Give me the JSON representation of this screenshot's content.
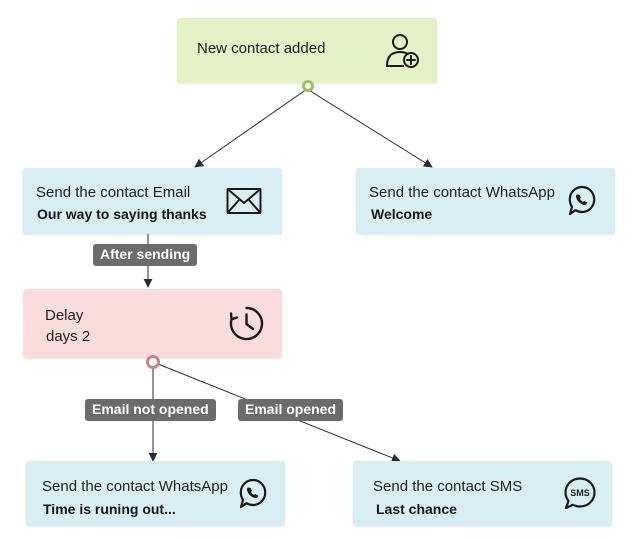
{
  "nodes": {
    "trigger": {
      "title": "New contact added",
      "icon": "user-add-icon"
    },
    "email": {
      "title": "Send the contact Email",
      "subtitle": "Our way to saying thanks",
      "icon": "envelope-icon"
    },
    "whatsapp_welcome": {
      "title": "Send the contact WhatsApp",
      "subtitle": "Welcome",
      "icon": "whatsapp-icon"
    },
    "delay": {
      "title": "Delay",
      "subtitle": "days 2",
      "icon": "clock-icon"
    },
    "whatsapp_time": {
      "title": "Send the contact WhatsApp",
      "subtitle": "Time is runing out...",
      "icon": "whatsapp-icon"
    },
    "sms": {
      "title": "Send the contact SMS",
      "subtitle": "Last chance",
      "icon": "sms-icon",
      "icon_text": "SMS"
    }
  },
  "edges": {
    "after_sending": "After sending",
    "email_not_opened": "Email not opened",
    "email_opened": "Email opened"
  },
  "colors": {
    "trigger_bg": "#e4f1c6",
    "action_bg": "#d8eef2",
    "delay_bg": "#fbdcdd",
    "trigger_port": "#9cbf63",
    "delay_port": "#c88489",
    "badge_bg": "#6b6b6b",
    "edge": "#2a2a3a"
  }
}
